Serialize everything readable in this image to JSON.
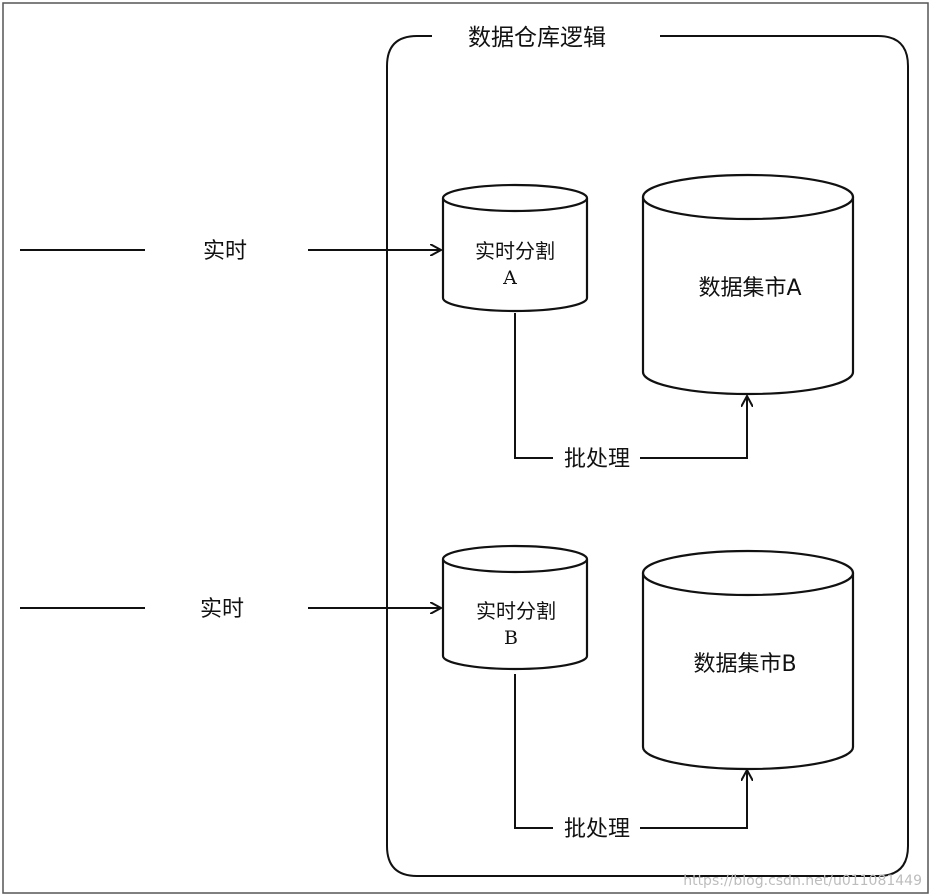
{
  "colors": {
    "background": "#ffffff",
    "stroke": "#111111",
    "watermark": "#bdbdbd"
  },
  "container": {
    "title": "数据仓库逻辑"
  },
  "inputs": [
    {
      "label": "实时"
    },
    {
      "label": "实时"
    }
  ],
  "segments": [
    {
      "line1": "实时分割",
      "line2": "A"
    },
    {
      "line1": "实时分割",
      "line2": "B"
    }
  ],
  "marts": [
    {
      "label": "数据集市A"
    },
    {
      "label": "数据集市B"
    }
  ],
  "batch": [
    {
      "label": "批处理"
    },
    {
      "label": "批处理"
    }
  ],
  "watermark": "https://blog.csdn.net/u011081449"
}
